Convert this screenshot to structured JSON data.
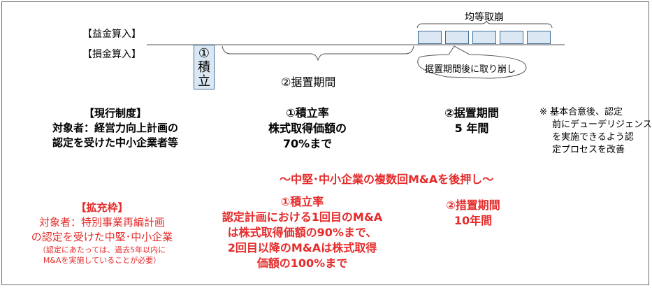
{
  "timeline": {
    "gain_label": "【益金算入】",
    "loss_label": "【損金算入】",
    "reserve_box": [
      "①",
      "積",
      "立"
    ],
    "deferral_label": "②据置期間",
    "equal_reversal_label": "均等取崩",
    "callout": "据置期間後に取り崩し"
  },
  "current": {
    "title": "【現行制度】",
    "line1": "対象者：経営力向上計画の",
    "line2": "認定を受けた中小企業者等",
    "rate_title": "①積立率",
    "rate_line1": "株式取得価額の",
    "rate_line2": "70%まで",
    "period_title": "②据置期間",
    "period_value": "5 年間"
  },
  "note": {
    "line1": "※  基本合意後、認定",
    "line2": "前にデューデリジェンス",
    "line3": "を実施できるよう認",
    "line4": "定プロセスを改善"
  },
  "slogan": "～中堅･中小企業の複数回M&Aを後押し～",
  "expanded": {
    "title": "【拡充枠】",
    "line1": "対象者：特別事業再編計画",
    "line2": "の認定を受けた中堅･中小企業",
    "small1": "（認定にあたっては、過去5年以内に",
    "small2": "M&Aを実施していることが必要）",
    "rate_title": "①積立率",
    "rate_line1": "認定計画における1回目のM&A",
    "rate_line2": "は株式取得価額の90%まで、",
    "rate_line3": "2回目以降のM&Aは株式取得",
    "rate_line4": "価額の100%まで",
    "period_title": "②措置期間",
    "period_value": "10年間"
  },
  "colors": {
    "red": "#e52b2b",
    "box_fill": "#dbe8f3",
    "box_border": "#3f6d97"
  }
}
